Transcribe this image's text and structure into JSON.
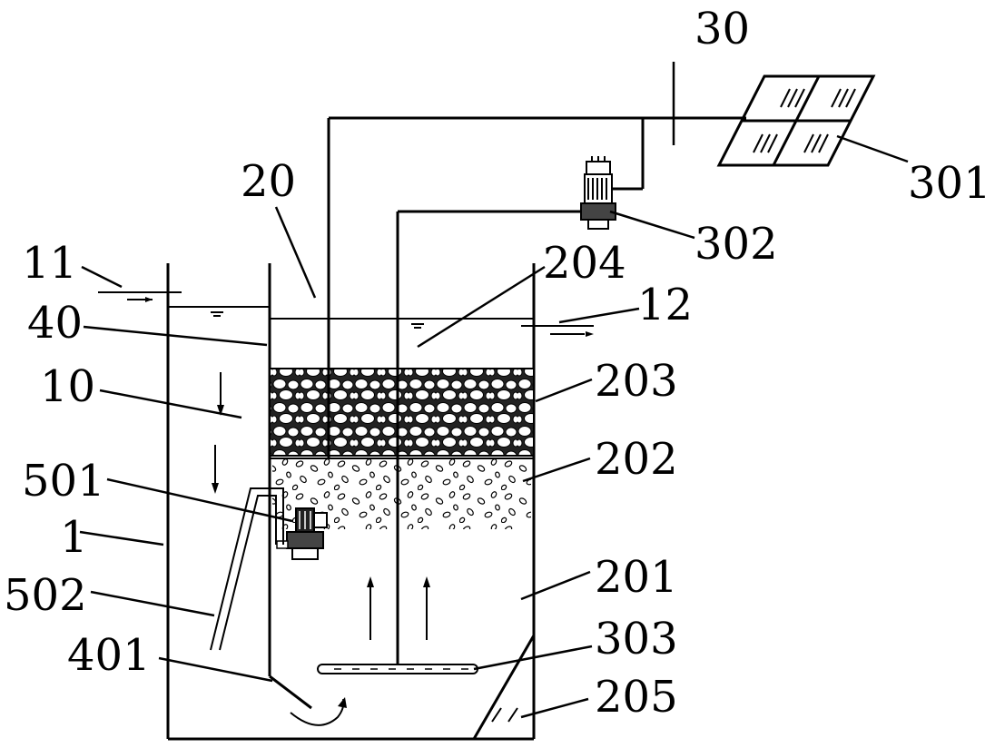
{
  "labels": {
    "l30": "30",
    "l301": "301",
    "l20": "20",
    "l302": "302",
    "l11": "11",
    "l204": "204",
    "l12": "12",
    "l40": "40",
    "l203": "203",
    "l10": "10",
    "l202": "202",
    "l501": "501",
    "l1": "1",
    "l502": "502",
    "l201": "201",
    "l401": "401",
    "l303": "303",
    "l205": "205"
  }
}
